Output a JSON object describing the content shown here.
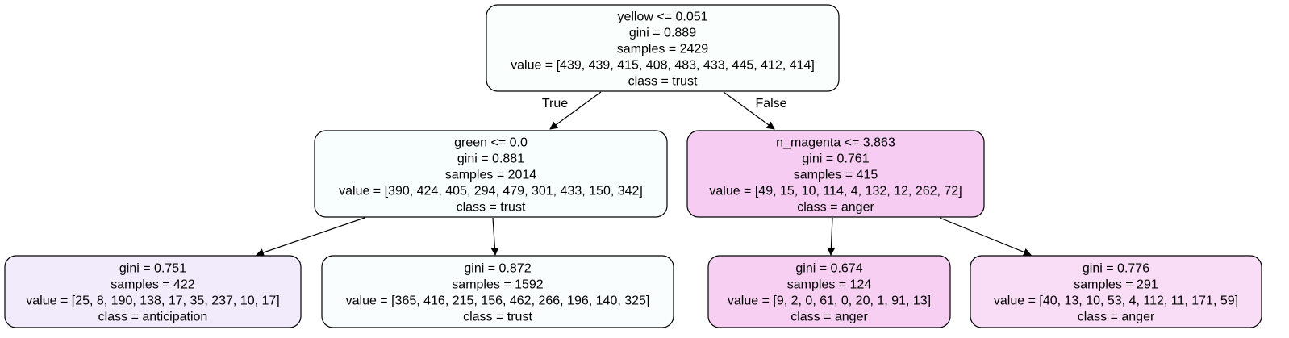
{
  "tree": {
    "nodes": [
      {
        "id": "root",
        "fill": "#fafefd",
        "lines": [
          "yellow <= 0.051",
          "gini = 0.889",
          "samples = 2429",
          "value = [439, 439, 415, 408, 483, 433, 445, 412, 414]",
          "class = trust"
        ]
      },
      {
        "id": "left",
        "fill": "#f8fdfe",
        "lines": [
          "green <= 0.0",
          "gini = 0.881",
          "samples = 2014",
          "value = [390, 424, 405, 294, 479, 301, 433, 150, 342]",
          "class = trust"
        ]
      },
      {
        "id": "right",
        "fill": "#f6ccf2",
        "lines": [
          "n_magenta <= 3.863",
          "gini = 0.761",
          "samples = 415",
          "value = [49, 15, 10, 114, 4, 132, 12, 262, 72]",
          "class = anger"
        ]
      },
      {
        "id": "left-left",
        "fill": "#f1ebfb",
        "lines": [
          "gini = 0.751",
          "samples = 422",
          "value = [25, 8, 190, 138, 17, 35, 237, 10, 17]",
          "class = anticipation"
        ]
      },
      {
        "id": "left-right",
        "fill": "#fafdfe",
        "lines": [
          "gini = 0.872",
          "samples = 1592",
          "value = [365, 416, 215, 156, 462, 266, 196, 140, 325]",
          "class = trust"
        ]
      },
      {
        "id": "right-left",
        "fill": "#f6cff2",
        "lines": [
          "gini = 0.674",
          "samples = 124",
          "value = [9, 2, 0, 61, 0, 20, 1, 91, 13]",
          "class = anger"
        ]
      },
      {
        "id": "right-right",
        "fill": "#f9dcf6",
        "lines": [
          "gini = 0.776",
          "samples = 291",
          "value = [40, 13, 10, 53, 4, 112, 11, 171, 59]",
          "class = anger"
        ]
      }
    ],
    "edges": [
      {
        "from": "root",
        "to": "left",
        "label": "True"
      },
      {
        "from": "root",
        "to": "right",
        "label": "False"
      },
      {
        "from": "left",
        "to": "left-left",
        "label": ""
      },
      {
        "from": "left",
        "to": "left-right",
        "label": ""
      },
      {
        "from": "right",
        "to": "right-left",
        "label": ""
      },
      {
        "from": "right",
        "to": "right-right",
        "label": ""
      }
    ]
  }
}
